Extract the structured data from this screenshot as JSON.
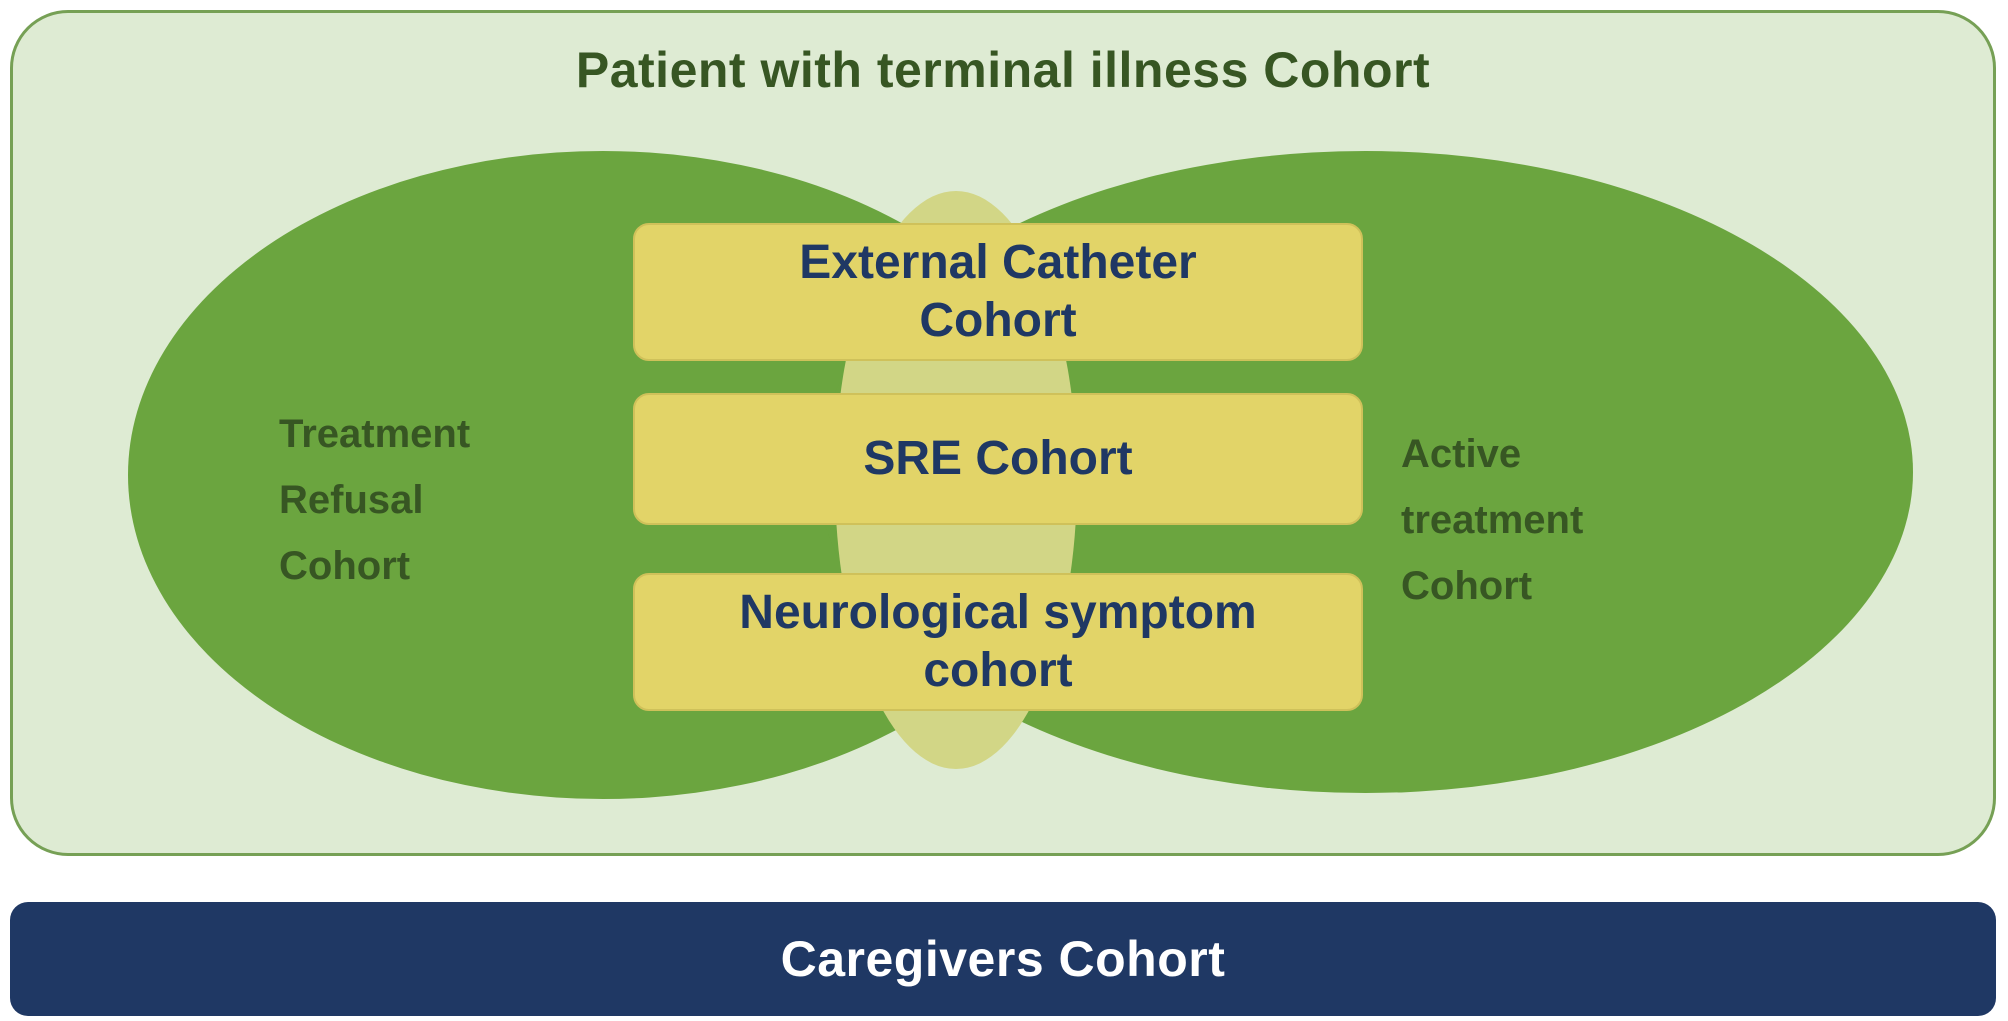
{
  "colors": {
    "page_bg": "#ffffff",
    "outer_bg": "#deebd3",
    "outer_border": "#76a055",
    "ellipse_fill": "#6ba53f",
    "lens_fill": "#d2d686",
    "box_fill": "#e2d468",
    "box_border": "#cfc15a",
    "box_text": "#1f3864",
    "title_color": "#375623",
    "label_color": "#375623",
    "bar_bg": "#1f3864",
    "bar_text": "#ffffff"
  },
  "diagram": {
    "title": "Patient with terminal illness Cohort",
    "left_ellipse": {
      "label": "Treatment Refusal Cohort",
      "lines": [
        "Treatment",
        "Refusal",
        "Cohort"
      ]
    },
    "right_ellipse": {
      "label": "Active treatment Cohort",
      "lines": [
        "Active",
        "treatment",
        "Cohort"
      ]
    },
    "boxes": [
      {
        "label": "External Catheter Cohort",
        "lines": [
          "External Catheter",
          "Cohort"
        ]
      },
      {
        "label": "SRE Cohort",
        "lines": [
          "SRE Cohort"
        ]
      },
      {
        "label": "Neurological symptom cohort",
        "lines": [
          "Neurological symptom",
          "cohort"
        ]
      }
    ],
    "caregivers": {
      "label": "Caregivers Cohort"
    }
  }
}
